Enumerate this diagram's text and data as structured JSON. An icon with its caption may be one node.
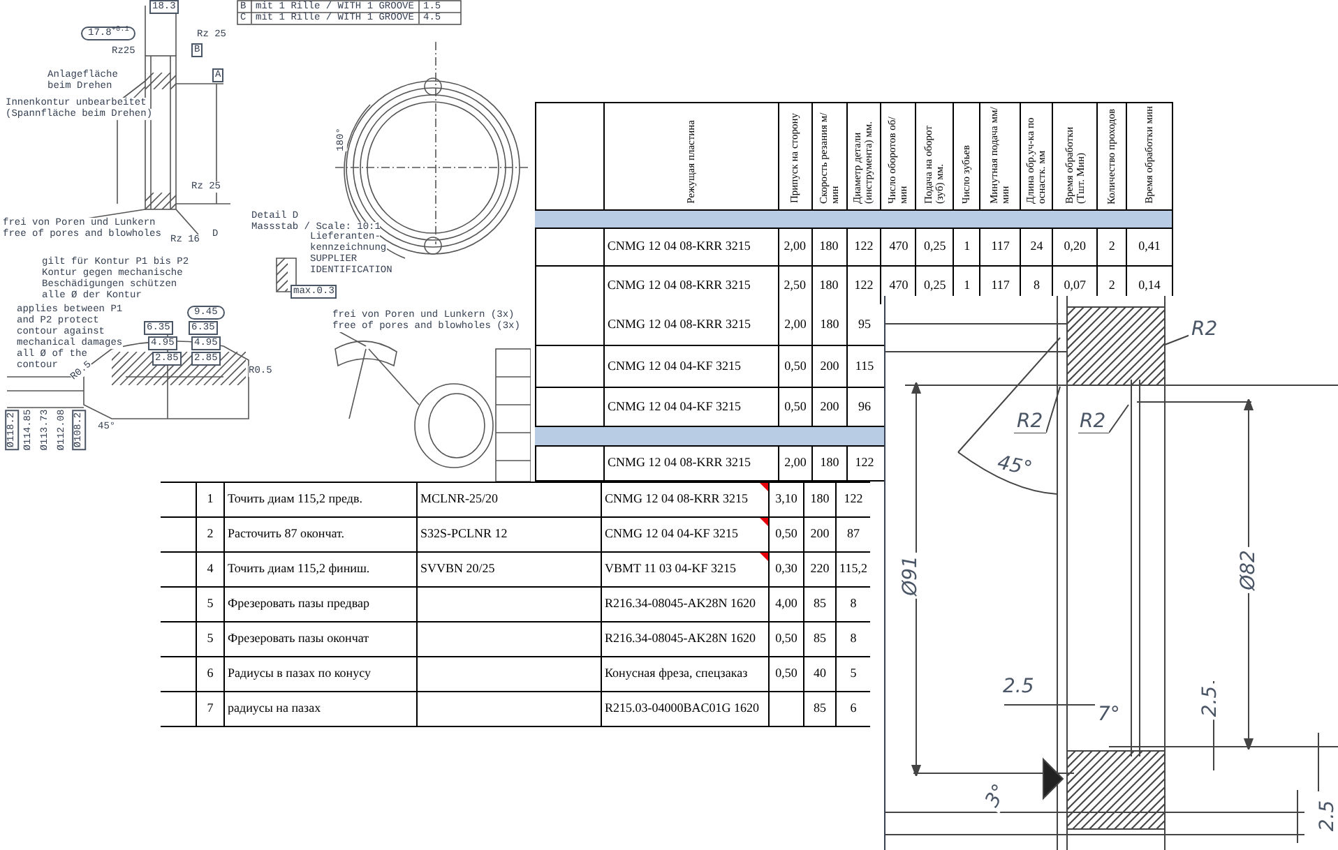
{
  "diagram": {
    "labels": [
      "18.3",
      "B",
      "mit 1 Rille / WITH 1 GROOVE",
      "1.5",
      "C",
      "mit 1 Rille / WITH 1 GROOVE",
      "4.5",
      "17.8$^{+0.1}$",
      "Rz 25",
      "Rz25",
      "B",
      "A",
      "Anlagefläche beim Drehen",
      "Innenkontur unbearbeitet (Spannfläche beim Drehen)",
      "Rz 25",
      "frei von Poren und Lunkern",
      "free of pores and blowholes",
      "Rz 16",
      "D",
      "Detail D",
      "Massstab / Scale: 10:1",
      "Lieferanten-kennzeichnung",
      "SUPPLIER IDENTIFICATION",
      "gilt für Kontur P1 bis P2 Kontur gegen mechanische Beschädigungen schützen alle Ø der Kontur",
      "applies between P1 and P2 protect contour against mechanical damages all Ø of the contour",
      "9.45",
      "6.35",
      "6.35",
      "4.95",
      "4.95",
      "2.85",
      "2.85",
      "R0.5",
      "R0.5",
      "45°",
      "frei von Poren und Lunkern (3x)",
      "free of pores and blowholes (3x)",
      "max.0.3",
      "180°",
      "Ø118.2",
      "Ø114.85",
      "Ø113.73",
      "Ø112.08",
      "Ø108.2",
      "R2",
      "R2",
      "R2",
      "45°",
      "Ø91",
      "Ø82",
      "2.5",
      "7°",
      "2.5",
      "3°",
      "2.5",
      "Режущая пластина",
      "Припуск на сторону",
      "Скорость резания м/мин",
      "Диаметр детали (инструмента) мм.",
      "Число оборотов об/мин",
      "Подача на оборот (зуб) мм.",
      "Число зубьев",
      "Минутная подача мм/мин",
      "Длина обр.уч-ка по оснастк. мм",
      "Время обработки (Тшт. Мин)",
      "Количество проходов",
      "Время обработки мин",
      "CNMG 12 04 08-KRR 3215",
      "2,00",
      "180",
      "122",
      "470",
      "0,25",
      "1",
      "117",
      "24",
      "0,20",
      "2",
      "0,41",
      "CNMG 12 04 08-KRR 3215",
      "2,50",
      "180",
      "122",
      "470",
      "0,25",
      "1",
      "117",
      "8",
      "0,07",
      "2",
      "0,14",
      "CNMG 12 04 08-KRR 3215",
      "2,00",
      "180",
      "95",
      "CNMG 12 04 04-KF 3215",
      "0,50",
      "200",
      "115",
      "CNMG 12 04 04-KF 3215",
      "0,50",
      "200",
      "96",
      "CNMG 12 04 08-KRR 3215",
      "2,00",
      "180",
      "122",
      "1",
      "Точить диам 115,2 предв.",
      "MCLNR-25/20",
      "CNMG 12 04 08-KRR 3215",
      "3,10",
      "180",
      "122",
      "2",
      "Расточить 87 окончат.",
      "S32S-PCLNR 12",
      "CNMG 12 04 04-KF 3215",
      "0,50",
      "200",
      "87",
      "4",
      "Точить диам 115,2 финиш.",
      "SVVBN 20/25",
      "VBMT 11 03 04-KF 3215",
      "0,30",
      "220",
      "115,2",
      "5",
      "Фрезеровать пазы предвар",
      "R216.34-08045-AK28N 1620",
      "4,00",
      "85",
      "8",
      "5",
      "Фрезеровать пазы окончат",
      "R216.34-08045-AK28N 1620",
      "0,50",
      "85",
      "8",
      "6",
      "Радиусы в пазах по конусу",
      "Конусная фреза, спецзаказ",
      "0,50",
      "40",
      "5",
      "7",
      "радиусы на пазах",
      "R215.03-04000BAC01G 1620",
      "85",
      "6"
    ]
  }
}
